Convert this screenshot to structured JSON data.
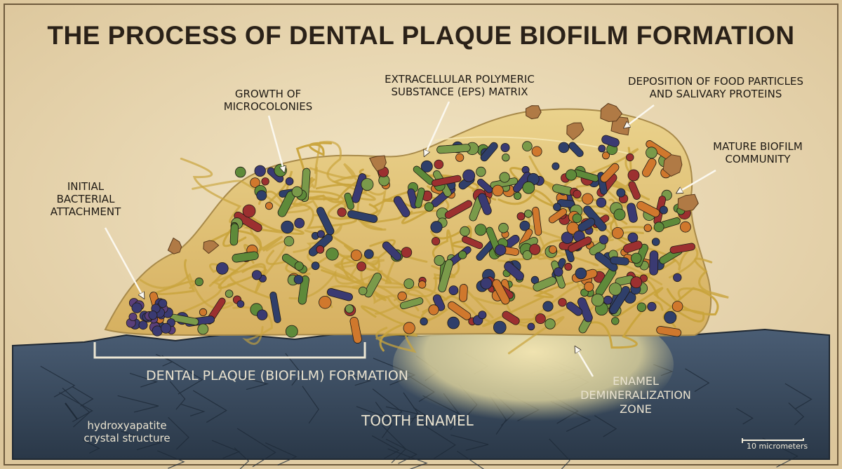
{
  "title": "THE PROCESS OF DENTAL PLAQUE BIOFILM FORMATION",
  "labels": {
    "initial_attachment": [
      "INITIAL",
      "BACTERIAL",
      "ATTACHMENT"
    ],
    "microcolonies": [
      "GROWTH OF",
      "MICROCOLONIES"
    ],
    "eps_matrix": [
      "EXTRACELLULAR POLYMERIC",
      "SUBSTANCE (EPS) MATRIX"
    ],
    "deposition": [
      "DEPOSITION OF FOOD PARTICLES",
      "AND SALIVARY PROTEINS"
    ],
    "mature": [
      "MATURE BIOFILM",
      "COMMUNITY"
    ],
    "plaque_formation": "DENTAL PLAQUE (BIOFILM) FORMATION",
    "enamel_zone": [
      "ENAMEL",
      "DEMINERALIZATION",
      "ZONE"
    ],
    "tooth_enamel": "TOOTH ENAMEL",
    "hydroxyapatite": [
      "hydroxyapatite",
      "crystal structure"
    ],
    "scale": "10 micrometers"
  },
  "colors": {
    "background": "#e9d9b6",
    "biofilm": "#e2c27a",
    "enamel": "#3c4f66",
    "bacteria_green": "#5e8a3a",
    "bacteria_orange": "#d0782d",
    "bacteria_purple": "#3a3a72",
    "bacteria_red": "#9c3030"
  }
}
